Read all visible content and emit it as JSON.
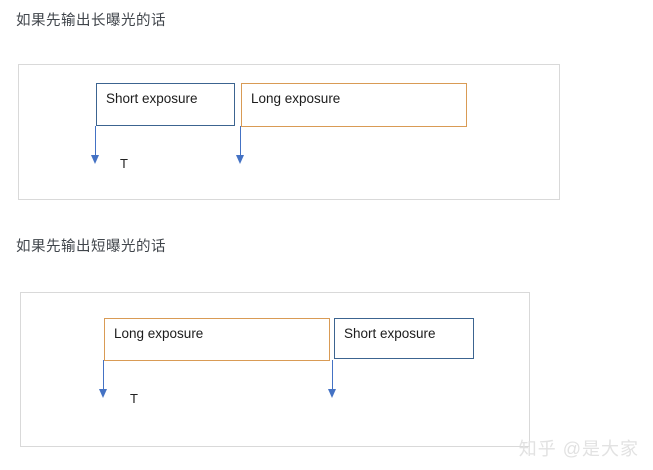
{
  "headings": {
    "long_first": "如果先输出长曝光的话",
    "short_first": "如果先输出短曝光的话"
  },
  "diagram_long_first": {
    "box1_label": "Short exposure",
    "box2_label": "Long exposure",
    "t_label": "T"
  },
  "diagram_short_first": {
    "box1_label": "Long exposure",
    "box2_label": "Short exposure",
    "t_label": "T"
  },
  "watermark": {
    "text": "知乎 @是大家"
  },
  "colors": {
    "short_border": "#3c6490",
    "long_border": "#d99b55",
    "arrow": "#4472c4",
    "container_border": "#d9d9d9",
    "watermark": "#e2e2e2"
  }
}
